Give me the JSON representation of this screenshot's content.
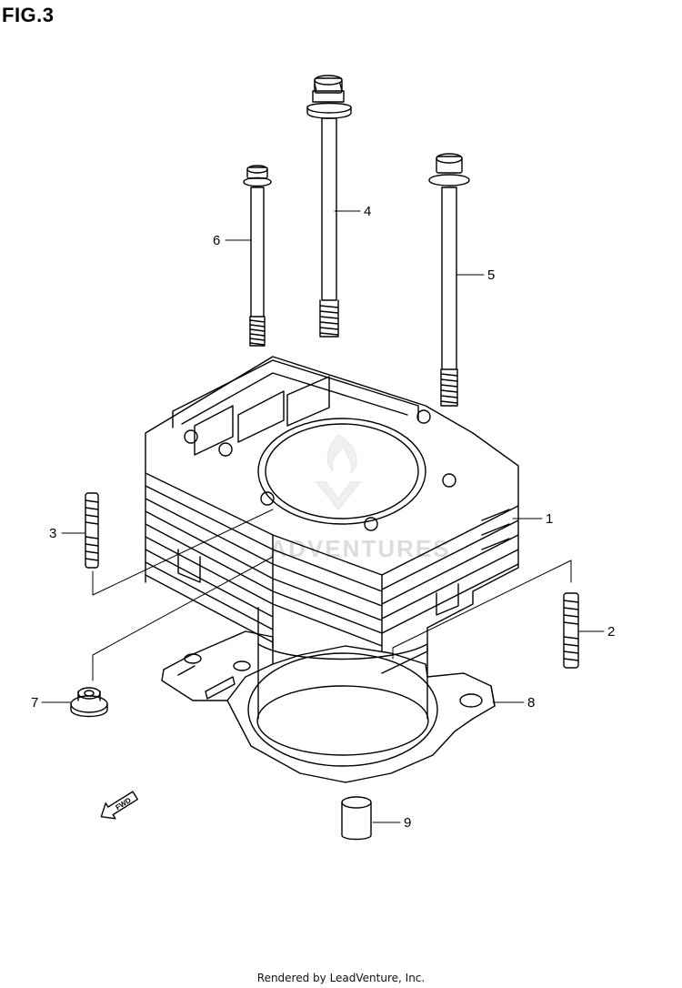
{
  "figure": {
    "title": "FIG.3"
  },
  "callouts": [
    "1",
    "2",
    "3",
    "4",
    "5",
    "6",
    "7",
    "8",
    "9"
  ],
  "forward_arrow": {
    "label": "FWD"
  },
  "watermark": {
    "text": "ADVENTURES"
  },
  "footer": {
    "text": "Rendered by LeadVenture, Inc."
  }
}
